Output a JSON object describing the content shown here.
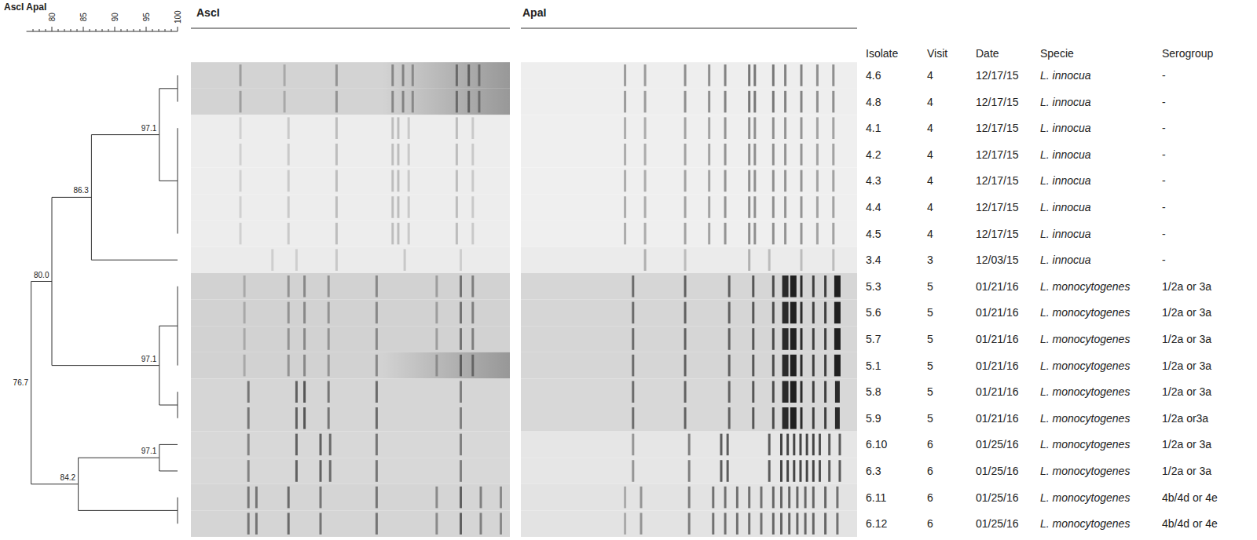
{
  "diagram": {
    "labels": [
      "AscI ApaI",
      "AscI",
      "ApaI",
      "80",
      "85",
      "90",
      "95",
      "100",
      "97.1",
      "86.3",
      "80.0",
      "97.1",
      "76.7",
      "97.1",
      "84.2",
      "Isolate",
      "Visit",
      "Date",
      "Specie",
      "Serogroup",
      "4.6",
      "4",
      "12/17/15",
      "L. innocua",
      "-",
      "4.8",
      "4",
      "12/17/15",
      "L. innocua",
      "-",
      "4.1",
      "4",
      "12/17/15",
      "L. innocua",
      "-",
      "4.2",
      "4",
      "12/17/15",
      "L. innocua",
      "-",
      "4.3",
      "4",
      "12/17/15",
      "L. innocua",
      "-",
      "4.4",
      "4",
      "12/17/15",
      "L. innocua",
      "-",
      "4.5",
      "4",
      "12/17/15",
      "L. innocua",
      "-",
      "3.4",
      "3",
      "12/03/15",
      "L. innocua",
      "-",
      "5.3",
      "5",
      "01/21/16",
      "L. monocytogenes",
      "1/2a or 3a",
      "5.6",
      "5",
      "01/21/16",
      "L. monocytogenes",
      "1/2a or 3a",
      "5.7",
      "5",
      "01/21/16",
      "L. monocytogenes",
      "1/2a or 3a",
      "5.1",
      "5",
      "01/21/16",
      "L. monocytogenes",
      "1/2a or 3a",
      "5.8",
      "5",
      "01/21/16",
      "L. monocytogenes",
      "1/2a or 3a",
      "5.9",
      "5",
      "01/21/16",
      "L. monocytogenes",
      "1/2a or3a",
      "6.10",
      "6",
      "01/25/16",
      "L. monocytogenes",
      "1/2a or 3a",
      "6.3",
      "6",
      "01/25/16",
      "L. monocytogenes",
      "1/2a or 3a",
      "6.11",
      "6",
      "01/25/16",
      "L. monocytogenes",
      "4b/4d or 4e",
      "6.12",
      "6",
      "01/25/16",
      "L. monocytogenes",
      "4b/4d or 4e"
    ]
  }
}
